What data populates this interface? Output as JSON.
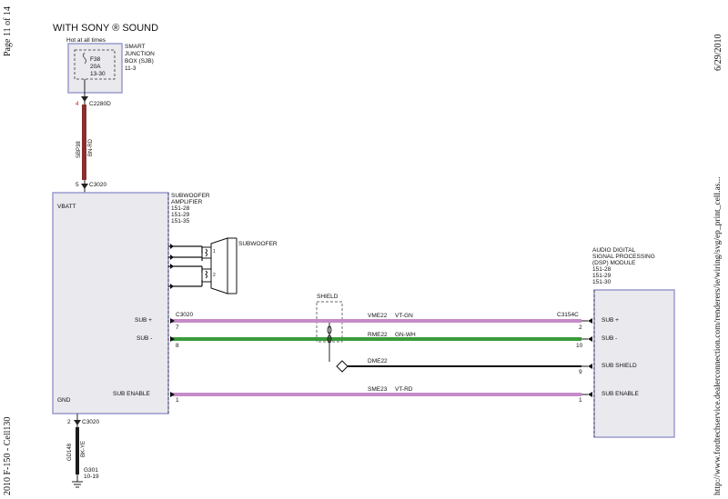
{
  "page_header": {
    "left_top": "Page 11 of 14",
    "left_bottom": "2010 F-150 - Cell130",
    "right_top": "6/29/2010",
    "right_bottom": "http://www.fordtechservice.dealerconnection.com/renderers/ie/wiring/svg/ep_print_cell.as..."
  },
  "title": "WITH SONY ® SOUND",
  "sjb": {
    "hot_label": "Hot at all times",
    "fuse_name": "F38",
    "fuse_rating": "20A",
    "fuse_ref": "13-30",
    "label_lines": [
      "SMART",
      "JUNCTION",
      "BOX (SJB)",
      "11-3"
    ],
    "pin": "4",
    "connector": "C2280D"
  },
  "feed_wire": {
    "circuit": "SBP38",
    "color": "BN-RD",
    "pin": "5",
    "connector": "C3020"
  },
  "amplifier": {
    "label_lines": [
      "SUBWOOFER",
      "AMPLIFIER",
      "151-28",
      "151-29",
      "151-35"
    ],
    "vbatt": "VBATT",
    "gnd": "GND",
    "pins": [
      {
        "name": "SUB +",
        "num": "7"
      },
      {
        "name": "SUB -",
        "num": "8"
      },
      {
        "name": "SUB ENABLE",
        "num": "1"
      }
    ],
    "connector": "C3020"
  },
  "subwoofer": {
    "label": "SUBWOOFER",
    "coil_1": "1",
    "coil_2": "2"
  },
  "shield": {
    "label": "SHIELD"
  },
  "wires": [
    {
      "circuit": "VME22",
      "color": "VT-GN"
    },
    {
      "circuit": "RME22",
      "color": "GN-WH"
    },
    {
      "circuit": "DME22",
      "color": ""
    },
    {
      "circuit": "SME23",
      "color": "VT-RD"
    }
  ],
  "dsp": {
    "label_lines": [
      "AUDIO DIGITAL",
      "SIGNAL PROCESSING",
      "(DSP) MODULE",
      "151-28",
      "151-29",
      "151-30"
    ],
    "connector": "C3154C",
    "pins": [
      {
        "name": "SUB +",
        "num": "2"
      },
      {
        "name": "SUB -",
        "num": "10"
      },
      {
        "name": "SUB SHIELD",
        "num": "9"
      },
      {
        "name": "SUB ENABLE",
        "num": "1"
      }
    ]
  },
  "ground": {
    "pin": "2",
    "connector": "C3020",
    "circuit": "GD148",
    "color": "BK-YE",
    "name": "G301",
    "ref": "10-19"
  },
  "colors": {
    "bn_rd": "#8B2E2E",
    "vt_gn": "#C58BC8",
    "gn_wh": "#3A9A3A",
    "vt_rd": "#C58BC8",
    "shield": "#111111",
    "gnd": "#1b1b1b",
    "box_fill": "#E9E9EE",
    "box_border": "#9A9ACF"
  }
}
